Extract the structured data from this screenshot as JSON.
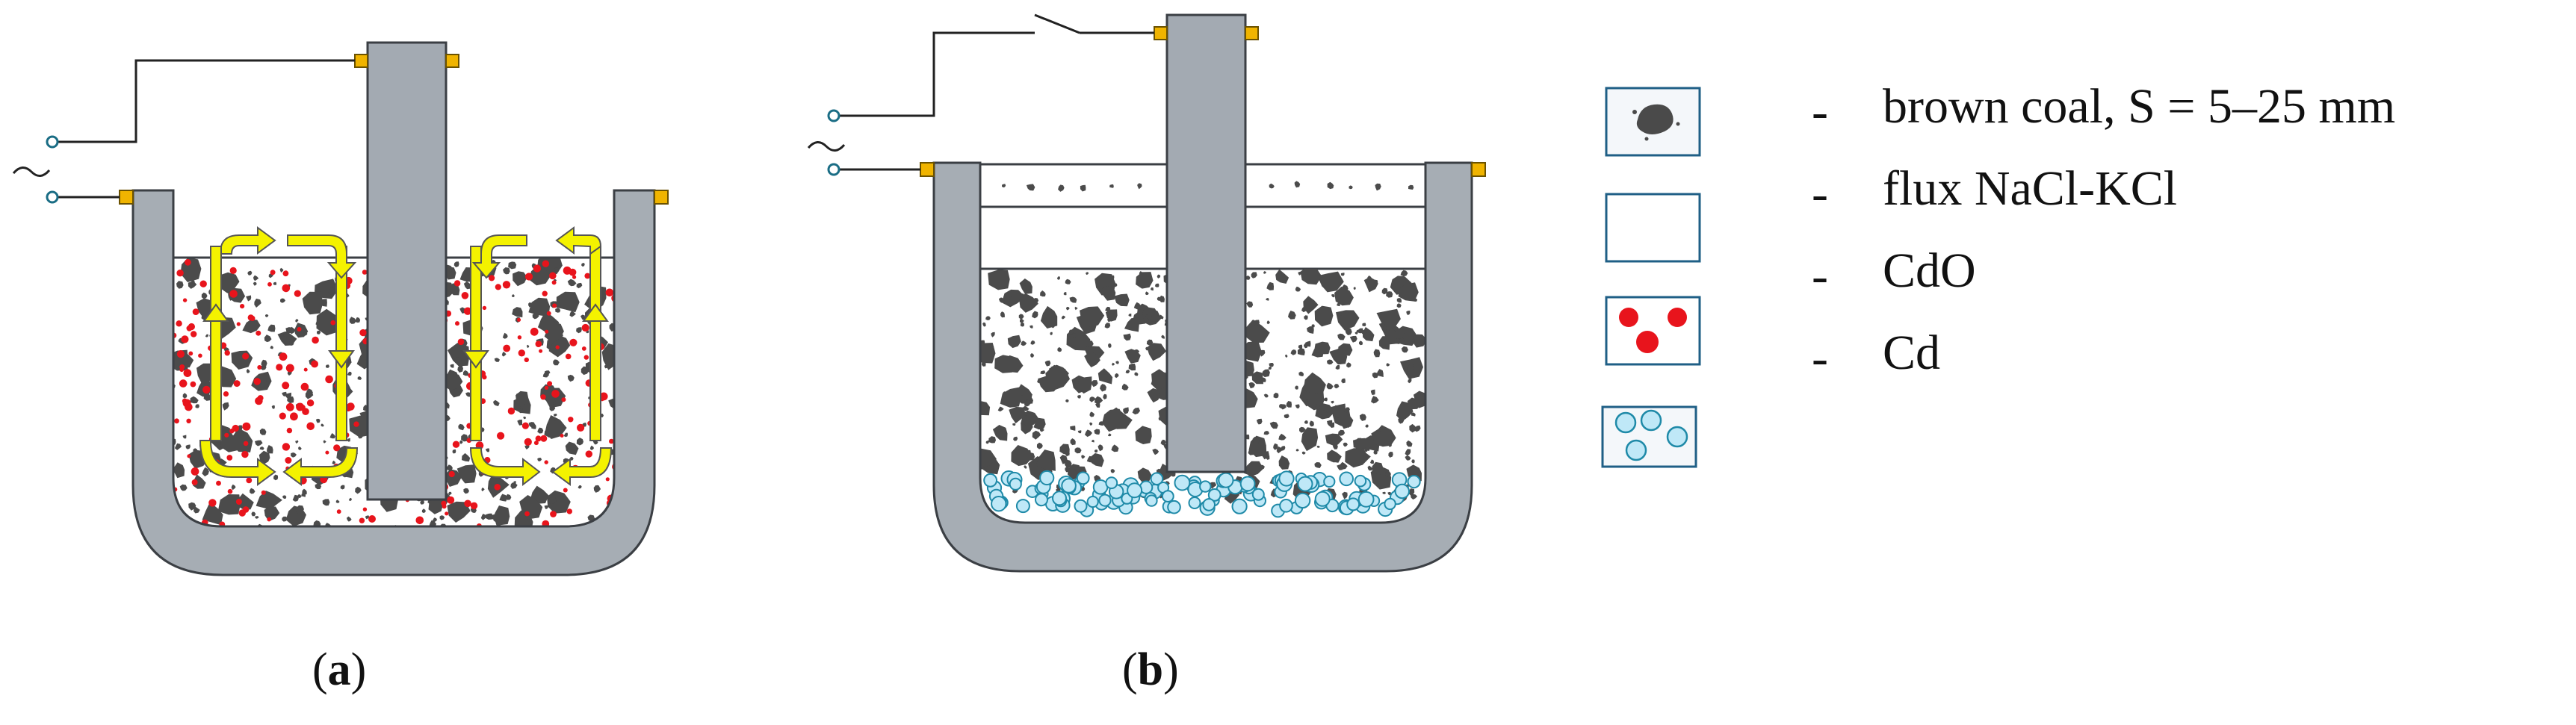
{
  "colors": {
    "crucible": "#a6adb4",
    "crucible_stroke": "#3b3f44",
    "electrode": "#a3aab2",
    "coal": "#4a4a4a",
    "cdo": "#e8141c",
    "cd_fill": "#bfe8f7",
    "cd_stroke": "#1f8aa8",
    "arrow": "#f4f200",
    "terminal": "#f0b400"
  },
  "legend": {
    "items": [
      {
        "icon": "brown-coal-icon",
        "dash": "-",
        "label": "brown coal, S = 5–25 mm"
      },
      {
        "icon": "flux-icon",
        "dash": "-",
        "label": "flux NaCl-KCl"
      },
      {
        "icon": "cdo-icon",
        "dash": "-",
        "label": "CdO"
      },
      {
        "icon": "cd-icon",
        "dash": "-",
        "label": "Cd"
      }
    ]
  },
  "captions": {
    "a": {
      "open": "(",
      "letter": "a",
      "close": ")"
    },
    "b": {
      "open": "(",
      "letter": "b",
      "close": ")"
    }
  },
  "panels": {
    "a": {
      "circulation_arrows": true,
      "switch": "closed"
    },
    "b": {
      "circulation_arrows": false,
      "switch": "open"
    }
  }
}
